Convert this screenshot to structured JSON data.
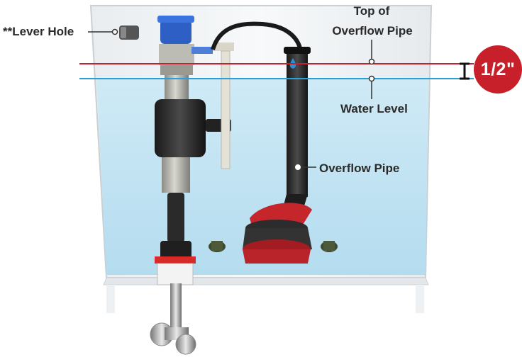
{
  "labels": {
    "lever_hole": "**Lever Hole",
    "top_overflow_line1": "Top of",
    "top_overflow_line2": "Overflow Pipe",
    "water_level": "Water Level",
    "overflow_pipe": "Overflow Pipe",
    "gap_badge": "1/2\""
  },
  "colors": {
    "top_line": "#c8202a",
    "water_line": "#2aa0d8",
    "water": "#bfe3f3",
    "badge": "#c8202a"
  }
}
